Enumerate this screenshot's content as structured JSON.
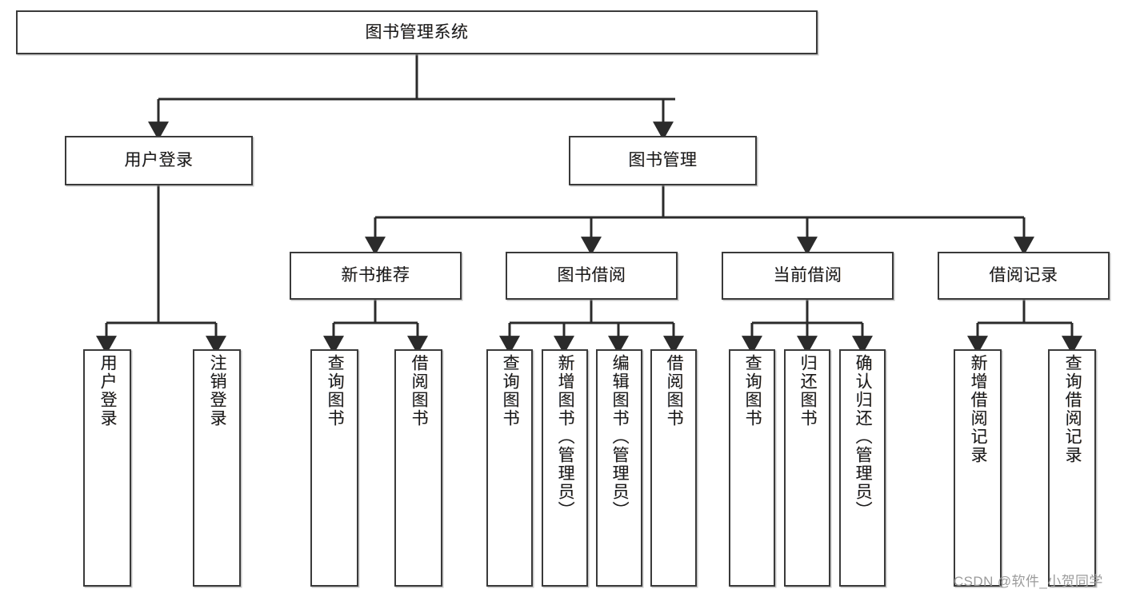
{
  "diagram": {
    "type": "tree",
    "title": "图书管理系统",
    "orientation": "top-down",
    "colors": {
      "box_border": "#3a3a3a",
      "box_fill": "#ffffff",
      "connector": "#2b2b2b",
      "text": "#1a1a1a",
      "watermark": "#9b9b9b"
    },
    "root": {
      "id": "root",
      "label": "图书管理系统"
    },
    "level2": [
      {
        "id": "user-login",
        "label": "用户登录"
      },
      {
        "id": "book-manage",
        "label": "图书管理"
      }
    ],
    "level3": [
      {
        "id": "new-book-recommend",
        "label": "新书推荐",
        "parent": "book-manage"
      },
      {
        "id": "book-borrow",
        "label": "图书借阅",
        "parent": "book-manage"
      },
      {
        "id": "current-borrow",
        "label": "当前借阅",
        "parent": "book-manage"
      },
      {
        "id": "borrow-record",
        "label": "借阅记录",
        "parent": "book-manage"
      }
    ],
    "leaves": [
      {
        "id": "leaf-user-login",
        "label": "用户登录",
        "parent": "user-login"
      },
      {
        "id": "leaf-user-logout",
        "label": "注销登录",
        "parent": "user-login"
      },
      {
        "id": "leaf-query-book-rec",
        "label": "查询图书",
        "parent": "new-book-recommend"
      },
      {
        "id": "leaf-borrow-book-rec",
        "label": "借阅图书",
        "parent": "new-book-recommend"
      },
      {
        "id": "leaf-query-book-borrow",
        "label": "查询图书",
        "parent": "book-borrow"
      },
      {
        "id": "leaf-add-book",
        "label": "新增图书（管理员）",
        "parent": "book-borrow"
      },
      {
        "id": "leaf-edit-book",
        "label": "编辑图书（管理员）",
        "parent": "book-borrow"
      },
      {
        "id": "leaf-borrow-book",
        "label": "借阅图书",
        "parent": "book-borrow"
      },
      {
        "id": "leaf-query-book-cur",
        "label": "查询图书",
        "parent": "current-borrow"
      },
      {
        "id": "leaf-return-book",
        "label": "归还图书",
        "parent": "current-borrow"
      },
      {
        "id": "leaf-confirm-return",
        "label": "确认归还（管理员）",
        "parent": "current-borrow"
      },
      {
        "id": "leaf-add-record",
        "label": "新增借阅记录",
        "parent": "borrow-record"
      },
      {
        "id": "leaf-query-record",
        "label": "查询借阅记录",
        "parent": "borrow-record"
      }
    ]
  },
  "watermark": {
    "text": "CSDN @软件_小贺同学"
  }
}
